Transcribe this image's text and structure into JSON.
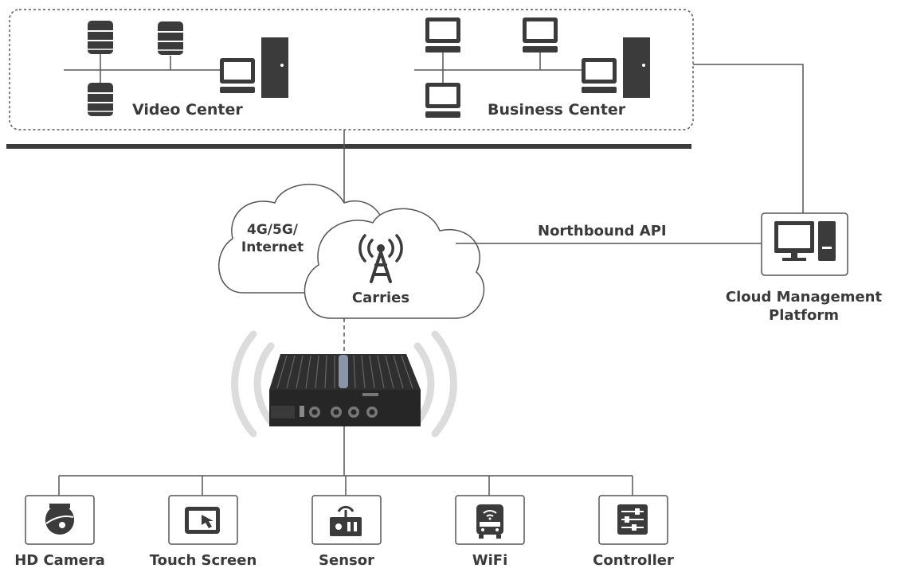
{
  "title": "",
  "colors": {
    "primary": "#3b3b3b",
    "line": "#555555",
    "cloud_border": "#555555",
    "signal_arc": "#dcdcdc",
    "background": "#ffffff"
  },
  "data_center": {
    "video_center_label": "Video Center",
    "business_center_label": "Business Center",
    "icons": [
      "database-icon",
      "desktop-computer-icon",
      "server-tower-icon"
    ]
  },
  "network": {
    "cloud_back_label": "4G/5G/\nInternet",
    "cloud_front_label": "Carries",
    "northbound_label": "Northbound API",
    "tower_icon": "cell-tower-icon"
  },
  "cloud_platform": {
    "label": "Cloud Management\nPlatform",
    "icon": "monitor-tower-icon"
  },
  "gateway": {
    "icon": "industrial-router-icon"
  },
  "devices": [
    {
      "label": "HD Camera",
      "icon": "dome-camera-icon"
    },
    {
      "label": "Touch Screen",
      "icon": "touch-screen-icon"
    },
    {
      "label": "Sensor",
      "icon": "sensor-icon"
    },
    {
      "label": "WiFi",
      "icon": "bus-wifi-icon"
    },
    {
      "label": "Controller",
      "icon": "controller-sliders-icon"
    }
  ]
}
